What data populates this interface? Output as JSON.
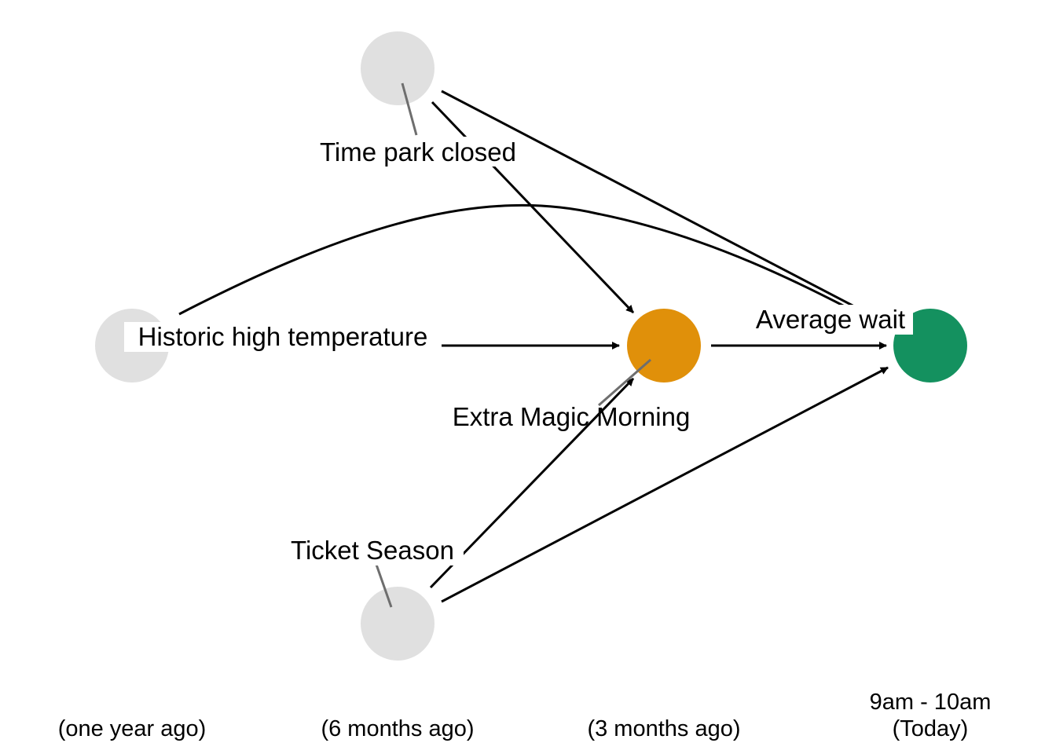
{
  "diagram": {
    "nodes": [
      {
        "id": "time_park_closed",
        "label": "Time park closed",
        "role": "ancestor",
        "color": "#e0e0e0"
      },
      {
        "id": "historic_high_temperature",
        "label": "Historic high temperature",
        "role": "ancestor",
        "color": "#e0e0e0"
      },
      {
        "id": "ticket_season",
        "label": "Ticket Season",
        "role": "ancestor",
        "color": "#e0e0e0"
      },
      {
        "id": "extra_magic_morning",
        "label": "Extra Magic Morning",
        "role": "exposure",
        "color": "#e0900a"
      },
      {
        "id": "average_wait",
        "label": "Average wait",
        "role": "outcome",
        "color": "#14915f"
      }
    ],
    "edges": [
      {
        "from": "time_park_closed",
        "to": "extra_magic_morning"
      },
      {
        "from": "time_park_closed",
        "to": "average_wait"
      },
      {
        "from": "historic_high_temperature",
        "to": "extra_magic_morning"
      },
      {
        "from": "historic_high_temperature",
        "to": "average_wait"
      },
      {
        "from": "ticket_season",
        "to": "extra_magic_morning"
      },
      {
        "from": "ticket_season",
        "to": "average_wait"
      },
      {
        "from": "extra_magic_morning",
        "to": "average_wait"
      }
    ],
    "time_axis": [
      {
        "lines": [
          "(one year ago)"
        ]
      },
      {
        "lines": [
          "(6 months ago)"
        ]
      },
      {
        "lines": [
          "(3 months ago)"
        ]
      },
      {
        "lines": [
          "9am - 10am",
          "(Today)"
        ]
      }
    ]
  }
}
